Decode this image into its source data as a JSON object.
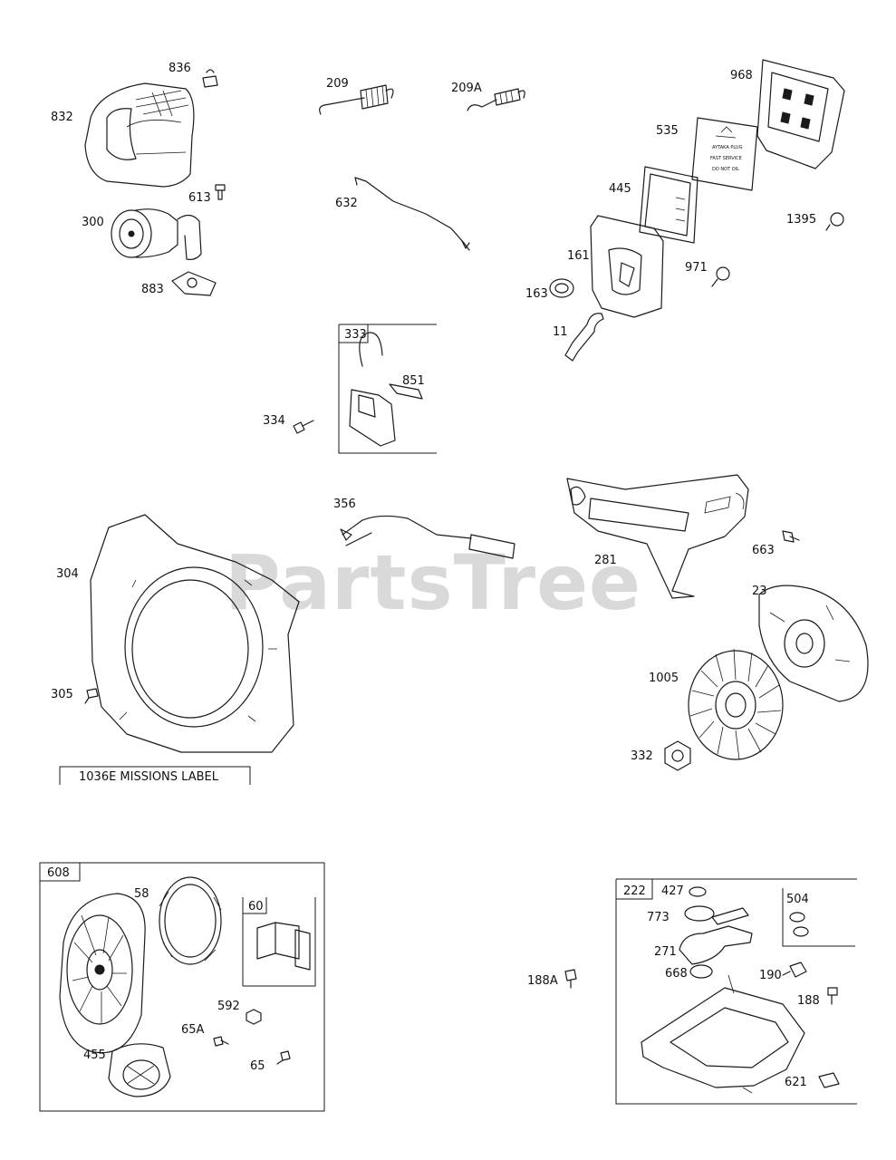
{
  "watermark": "PartsTree",
  "parts": {
    "p836": "836",
    "p832": "832",
    "p613": "613",
    "p300": "300",
    "p883": "883",
    "p209": "209",
    "p209a": "209A",
    "p632": "632",
    "p968": "968",
    "p535": "535",
    "p445": "445",
    "p1395": "1395",
    "p161": "161",
    "p971": "971",
    "p163": "163",
    "p11": "11",
    "p333": "333",
    "p851": "851",
    "p334": "334",
    "p356": "356",
    "p281": "281",
    "p663": "663",
    "p23": "23",
    "p304": "304",
    "p305": "305",
    "p1005": "1005",
    "p332": "332",
    "p608": "608",
    "p58": "58",
    "p60": "60",
    "p592": "592",
    "p65a": "65A",
    "p65": "65",
    "p455": "455",
    "p188a": "188A",
    "p222": "222",
    "p427": "427",
    "p504": "504",
    "p773": "773",
    "p271": "271",
    "p668": "668",
    "p190": "190",
    "p188": "188",
    "p621": "621"
  },
  "emissions_label": "1036E MISSIONS   LABEL",
  "decal": {
    "line1": "AYTAKA PLUG",
    "line2": "FAST SERVICE",
    "line3": "DO NOT OIL"
  }
}
